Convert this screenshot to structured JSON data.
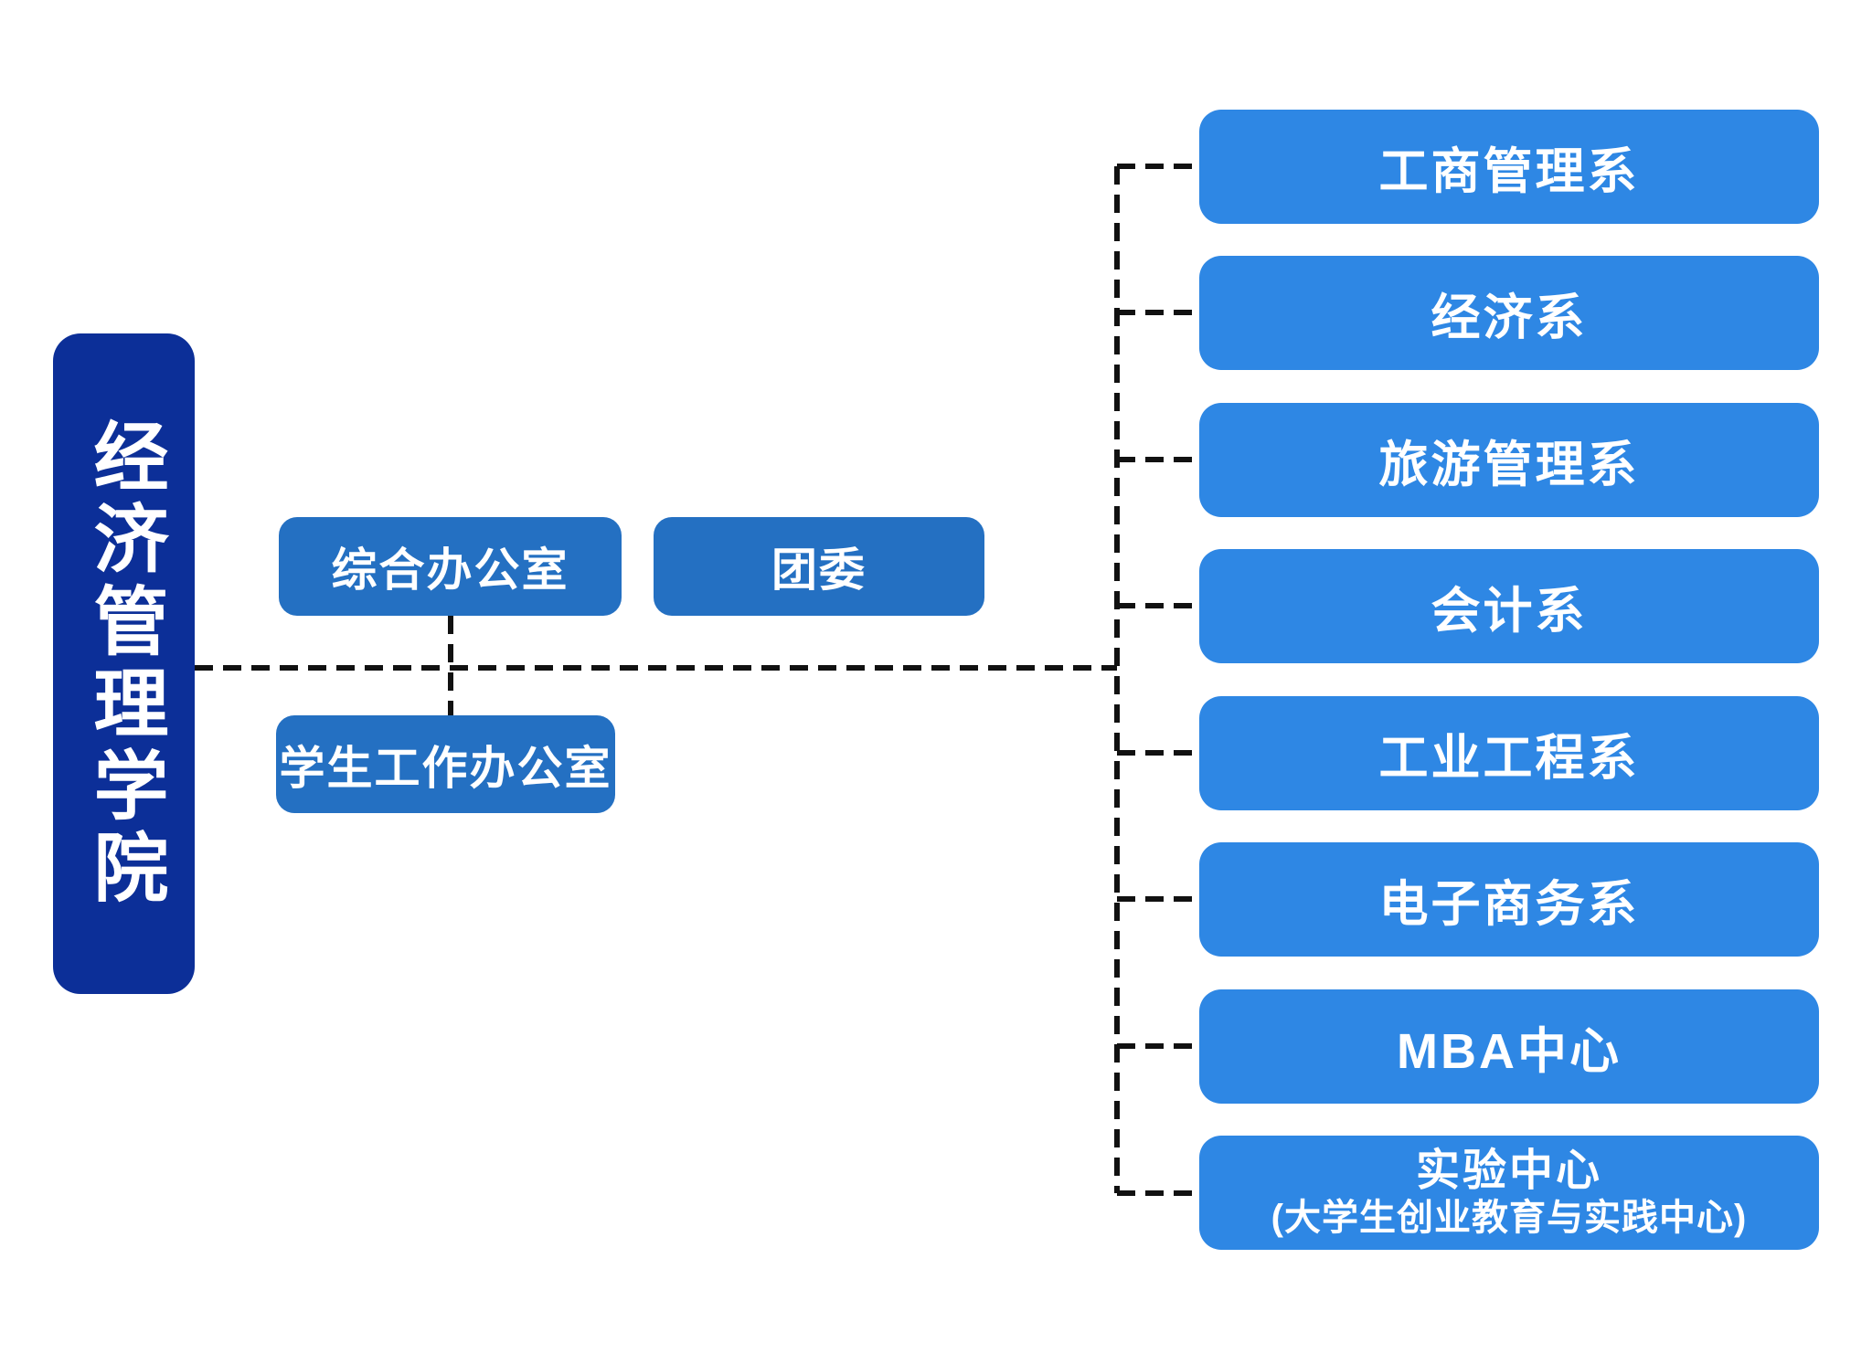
{
  "root": {
    "label": "经济管理学院"
  },
  "offices": [
    {
      "label": "综合办公室"
    },
    {
      "label": "团委"
    },
    {
      "label": "学生工作办公室"
    }
  ],
  "departments": [
    {
      "label": "工商管理系"
    },
    {
      "label": "经济系"
    },
    {
      "label": "旅游管理系"
    },
    {
      "label": "会计系"
    },
    {
      "label": "工业工程系"
    },
    {
      "label": "电子商务系"
    },
    {
      "label": "MBA中心"
    },
    {
      "label": "实验中心",
      "sublabel": "(大学生创业教育与实践中心)"
    }
  ],
  "colors": {
    "background": "#ffffff",
    "root_bg": "#0c2f98",
    "office_bg": "#2470c2",
    "department_bg": "#2e87e4",
    "connector": "#111111",
    "text": "#ffffff"
  }
}
